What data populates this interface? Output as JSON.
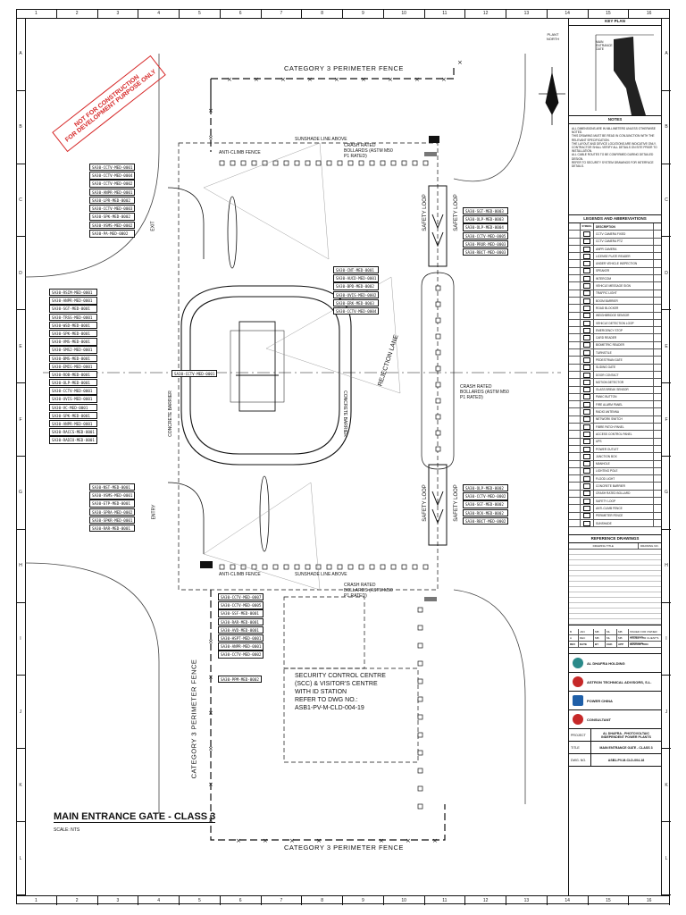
{
  "rulers": {
    "columns": [
      "1",
      "2",
      "3",
      "4",
      "5",
      "6",
      "7",
      "8",
      "9",
      "10",
      "11",
      "12",
      "13",
      "14",
      "15",
      "16"
    ],
    "rows": [
      "A",
      "B",
      "C",
      "D",
      "E",
      "F",
      "G",
      "H",
      "I",
      "J",
      "K",
      "L"
    ]
  },
  "stamp": {
    "line1": "NOT FOR CONSTRUCTION",
    "line2": "FOR DEVELOPMENT PURPOSE ONLY"
  },
  "fence": {
    "top": "CATEGORY 3 PERIMETER FENCE",
    "bottom": "CATEGORY 3 PERIMETER FENCE",
    "left_vertical": "CATEGORY 3 PERIMETER FENCE"
  },
  "labels": {
    "sunshade_top": "SUNSHADE LINE ABOVE",
    "sunshade_bottom": "SUNSHADE LINE ABOVE",
    "crash_bollards_top": "CRASH RATED BOLLARDS (ASTM M50 P1 RATED)",
    "crash_bollards_mid": "CRASH RATED BOLLARDS (ASTM M50 P1 RATED)",
    "crash_bollards_bottom": "CRASH RATED BOLLARDS (ASTM M50 P1 RATED)",
    "anti_climb_top": "ANTI-CLIMB FENCE",
    "anti_climb_bottom": "ANTI-CLIMB FENCE",
    "exit": "EXIT",
    "entry": "ENTRY",
    "rejection_lane": "REJECTION LANE",
    "safety_loop": "SAFETY LOOP",
    "concrete_barrier": "CONCRETE BARRIER",
    "plant_north": "PLANT NORTH",
    "scc": [
      "SECURITY CONTROL CENTRE",
      "(SCC) & VISITOR'S CENTRE",
      "WITH ID STATION",
      "REFER TO DWG NO.:",
      "ASB1-PV-M-CLD-004-19"
    ]
  },
  "tags": {
    "exit_group": [
      "SA30-CCTV-MED-0001",
      "SA30-CCTV-MED-0004",
      "SA30-CCTV-MED-0002",
      "SA30-ANPR-MED-0001",
      "SA30-LPR-MED-0002",
      "SA30-CCTV-MED-0003",
      "SA30-SPK-MED-0002"
    ],
    "exit_group2": [
      "SA30-VSMS-MED-0002",
      "SA30-PA-MED-0002"
    ],
    "right_top": [
      "SA30-SGT-MED-0003",
      "SA30-OLP-MED-0003",
      "SA30-OLP-MED-0004",
      "SA30-CCTV-MED-0005",
      "SA30-PROR-MED-0003",
      "SA30-RBCT-MED-0003"
    ],
    "center_top": [
      "SA30-CNT-MED-0001",
      "SA30-AUCD-MED-0001",
      "SA30-BPD-MED-0002",
      "SA30-UVIS-MED-0002",
      "SA30-ERK-MED-0003",
      "SA30-CCTV-MED-0004"
    ],
    "left_mid": [
      "SA30-RSIM-MED-0001",
      "SA30-ANPR-MED-0001",
      "SA30-SGT-MED-0001",
      "SA30-TRSS-MED-0001",
      "SA30-WSD-MED-0001",
      "SA30-SPK-MED-0001",
      "SA30-VMS-MED-0001",
      "SA30-SMS2-MED-0001",
      "SA30-BMS-MED-0001",
      "SA30-EMIG-MED-0001",
      "SA30-ROB-MED-0001",
      "SA30-OLP-MED-0001",
      "SA30-CCTV-MED-0001",
      "SA30-UVIS-MED-0001",
      "SA30-VC-MED-0001",
      "SA30-SPK-MED-0001",
      "SA30-ANPR-MED-0001",
      "SA30-RACCS-MED-0001",
      "SA30-RADIO-MED-0001"
    ],
    "center_bar": "SA30-CCTV-MED-0001",
    "entry_group": [
      "SA30-NST-MED-0001",
      "SA30-VSMS-MED-0001",
      "SA30-ETP-MED-0001",
      "SA30-SPRA-MED-0002",
      "SA30-SPKR-MED-0001",
      "SA30-RAR-MED-0001"
    ],
    "right_bottom": [
      "SA30-OLP-MED-0002",
      "SA30-CCTV-MED-0002",
      "SA30-SGT-MED-0002",
      "SA30-RCK-MED-0002",
      "SA30-RBCT-MED-0002"
    ],
    "bottom_group": [
      "SA30-CCTV-MED-0007",
      "SA30-CCTV-MED-0005",
      "SA30-SSF-MED-0001",
      "SA30-RAR-MED-0001",
      "SA30-AVD-MED-0001",
      "SA30-HSPT-MED-0001",
      "SA30-ANPR-MED-0001",
      "SA30-CCTV-MED-0002"
    ],
    "bottom_single": "SA30-PPM-MED-0002"
  },
  "title": {
    "main": "MAIN ENTRANCE GATE - CLASS 3",
    "scale": "SCALE: NTS"
  },
  "title_block": {
    "key_plan": "KEY PLAN",
    "key_plan_label": "MAIN ENTRANCE GATE",
    "notes_head": "NOTES",
    "notes": [
      "ALL DIMENSIONS ARE IN MILLIMETERS UNLESS OTHERWISE NOTED.",
      "THIS DRAWING MUST BE READ IN CONJUNCTION WITH THE RELEVANT SPECIFICATION.",
      "THE LAYOUT AND DEVICE LOCATIONS ARE INDICATIVE ONLY.",
      "CONTRACTOR SHALL VERIFY ALL DETAILS ON SITE PRIOR TO INSTALLATION.",
      "ALL CABLE ROUTES TO BE CONFIRMED DURING DETAILED DESIGN.",
      "REFER TO SECURITY SYSTEM DRAWINGS FOR INTERFACE DETAILS."
    ],
    "legend_head": "LEGENDS AND ABBREVIATIONS",
    "legend_cols": [
      "SYMBOL",
      "DESCRIPTION"
    ],
    "legend": [
      "CCTV CAMERA FIXED",
      "CCTV CAMERA PTZ",
      "ANPR CAMERA",
      "LICENSE PLATE READER",
      "UNDER VEHICLE INSPECTION",
      "SPEAKER",
      "INTERCOM",
      "VEHICLE MESSAGE SIGN",
      "TRAFFIC LIGHT",
      "BOOM BARRIER",
      "ROAD BLOCKER",
      "WEIGHBRIDGE SENSOR",
      "VEHICLE DETECTION LOOP",
      "EMERGENCY STOP",
      "CARD READER",
      "BIOMETRIC READER",
      "TURNSTILE",
      "PEDESTRIAN GATE",
      "SLIDING GATE",
      "DOOR CONTACT",
      "MOTION DETECTOR",
      "GLASS BREAK SENSOR",
      "PANIC BUTTON",
      "FIRE ALARM PANEL",
      "RADIO ANTENNA",
      "NETWORK SWITCH",
      "FIBRE PATCH PANEL",
      "ACCESS CONTROL PANEL",
      "UPS",
      "POWER OUTLET",
      "JUNCTION BOX",
      "MANHOLE",
      "LIGHTING POLE",
      "FLOOD LIGHT",
      "CONCRETE BARRIER",
      "CRASH RATED BOLLARD",
      "SAFETY LOOP",
      "ANTI-CLIMB FENCE",
      "PERIMETER FENCE",
      "SUNSHADE"
    ],
    "reference_head": "REFERENCE DRAWINGS",
    "reference_cols": [
      "DRAWING TITLE",
      "DRAWING NO."
    ],
    "rev_rows": [
      {
        "rev": "B",
        "date": "JAN",
        "by": "MB",
        "chk": "ML",
        "app": "MB",
        "desc": "ISSUED FOR OWNER APPROVAL"
      },
      {
        "rev": "A",
        "date": "DEC",
        "by": "MB",
        "chk": "ML",
        "app": "MB",
        "desc": "ISSUED FOR CLIENT'S APPROVAL"
      }
    ],
    "rev_cols": [
      "REV",
      "DATE",
      "BY",
      "CHK",
      "APP",
      "DESCRIPTION"
    ],
    "companies": [
      "AL DHAFRA HOLDING",
      "ASTRON TECHNICAL ADVISORS, S.L.",
      "POWER CHINA",
      "CONSULTANT"
    ],
    "project_key": "PROJECT",
    "project": "AL DHAFRA - PHOTOVOLTAIC INDEPENDENT POWER PLANTS",
    "title_key": "TITLE",
    "drawing_title": "MAIN ENTRANCE GATE - CLASS 3",
    "dwg_key": "DWG. NO.",
    "dwg_no": "ASB1-PV-M-CLD-004-18",
    "colors": {
      "stamp": "#d62828",
      "logo_blue": "#1f5fa8",
      "logo_red": "#c62828",
      "logo_teal": "#2a8a8a"
    }
  }
}
